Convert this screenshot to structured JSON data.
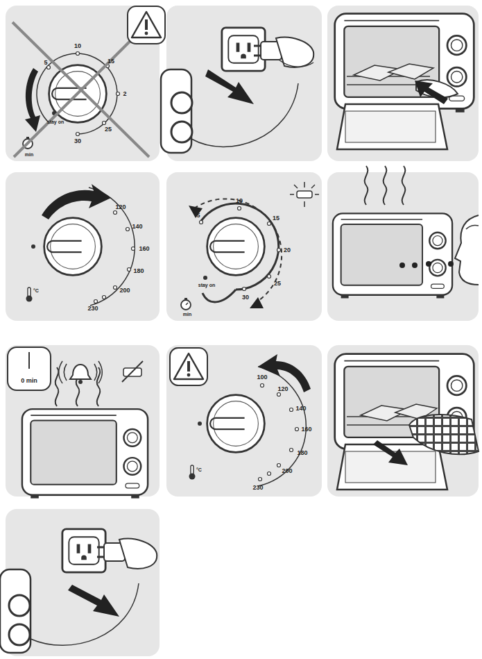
{
  "diagram": {
    "nodes": [
      {
        "text": [
          "0 min"
        ]
      }
    ],
    "labels": [
      "5",
      "10",
      "15",
      "2",
      "25",
      "30",
      "stay on",
      "min",
      "100",
      "120",
      "140",
      "160",
      "180",
      "200",
      "230",
      "°C",
      "5",
      "10",
      "15",
      "20",
      "25",
      "30",
      "stay on",
      "min",
      "100",
      "120",
      "140",
      "160",
      "180",
      "200",
      "230",
      "°C"
    ]
  }
}
